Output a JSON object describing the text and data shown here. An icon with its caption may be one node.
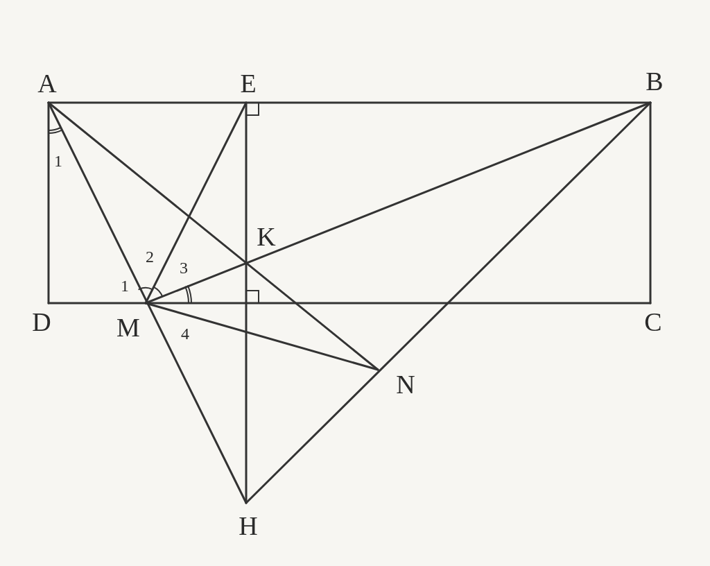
{
  "diagram": {
    "labels": [
      "A",
      "E",
      "B",
      "1",
      "K",
      "2",
      "3",
      "1",
      "D",
      "M",
      "4",
      "C",
      "N",
      "H"
    ]
  }
}
